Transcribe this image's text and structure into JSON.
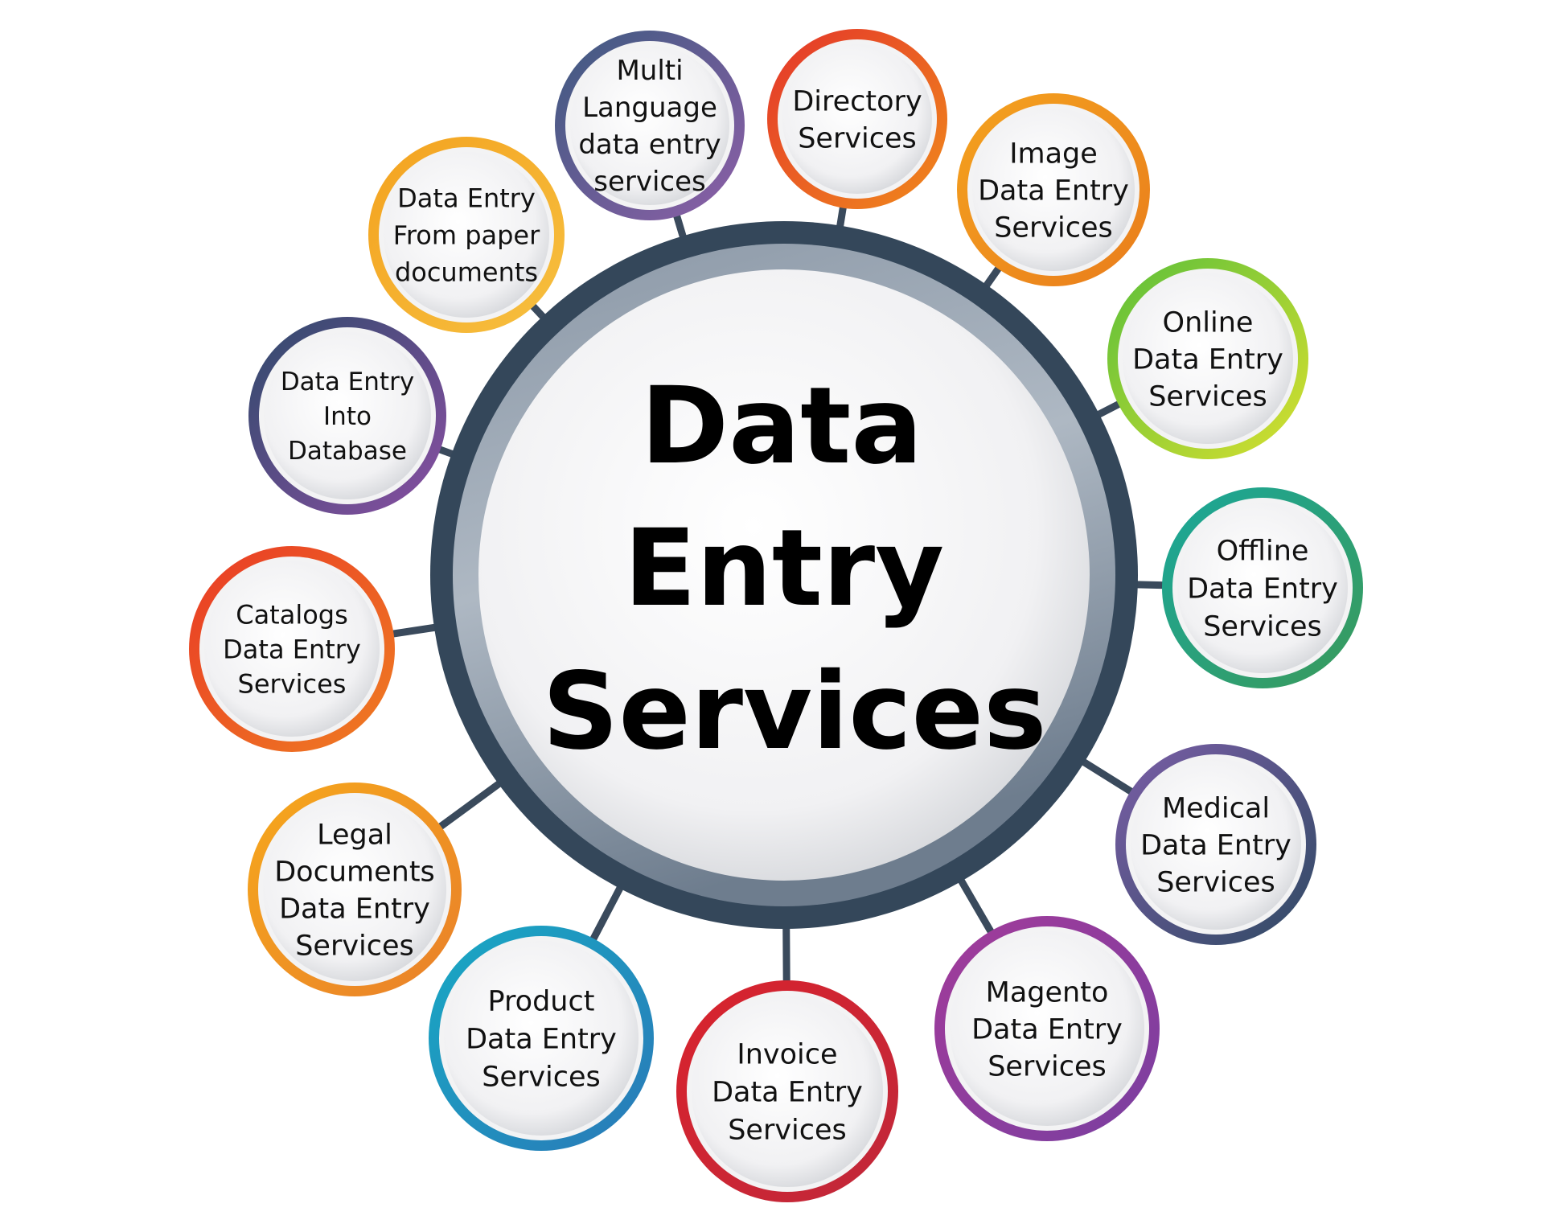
{
  "center": {
    "lines": [
      "Data",
      "Entry",
      "Services"
    ],
    "ring_color": "#34475a"
  },
  "services": [
    {
      "id": "multi-language",
      "lines": [
        "Multi",
        "Language",
        "data entry",
        "services"
      ],
      "colors": [
        "#3d5a80",
        "#8e5fa8"
      ]
    },
    {
      "id": "directory",
      "lines": [
        "Directory",
        "Services"
      ],
      "colors": [
        "#e4352a",
        "#f08a1c"
      ]
    },
    {
      "id": "image",
      "lines": [
        "Image",
        "Data Entry",
        "Services"
      ],
      "colors": [
        "#f4a21f",
        "#e97d1c"
      ]
    },
    {
      "id": "online",
      "lines": [
        "Online",
        "Data Entry",
        "Services"
      ],
      "colors": [
        "#5bbf3a",
        "#d8e030"
      ]
    },
    {
      "id": "offline",
      "lines": [
        "Offline",
        "Data Entry",
        "Services"
      ],
      "colors": [
        "#1aa79a",
        "#3a9a5a"
      ]
    },
    {
      "id": "medical",
      "lines": [
        "Medical",
        "Data Entry",
        "Services"
      ],
      "colors": [
        "#7b5ea7",
        "#2f4a63"
      ]
    },
    {
      "id": "magento",
      "lines": [
        "Magento",
        "Data Entry",
        "Services"
      ],
      "colors": [
        "#a23b9a",
        "#7a3fa0"
      ]
    },
    {
      "id": "invoice",
      "lines": [
        "Invoice",
        "Data Entry",
        "Services"
      ],
      "colors": [
        "#d9232d",
        "#c0283a"
      ]
    },
    {
      "id": "product",
      "lines": [
        "Product",
        "Data Entry",
        "Services"
      ],
      "colors": [
        "#18a9c4",
        "#2a79b8"
      ]
    },
    {
      "id": "legal",
      "lines": [
        "Legal",
        "Documents",
        "Data Entry",
        "Services"
      ],
      "colors": [
        "#f6a81c",
        "#e9802a"
      ]
    },
    {
      "id": "catalogs",
      "lines": [
        "Catalogs",
        "Data Entry",
        "Services"
      ],
      "colors": [
        "#e93a26",
        "#ef7d22"
      ]
    },
    {
      "id": "database",
      "lines": [
        "Data Entry",
        "Into",
        "Database"
      ],
      "colors": [
        "#2f4a6b",
        "#8a4fa3"
      ]
    },
    {
      "id": "paper",
      "lines": [
        "Data Entry",
        "From paper",
        "documents"
      ],
      "colors": [
        "#f4a21f",
        "#f6c040"
      ]
    }
  ]
}
